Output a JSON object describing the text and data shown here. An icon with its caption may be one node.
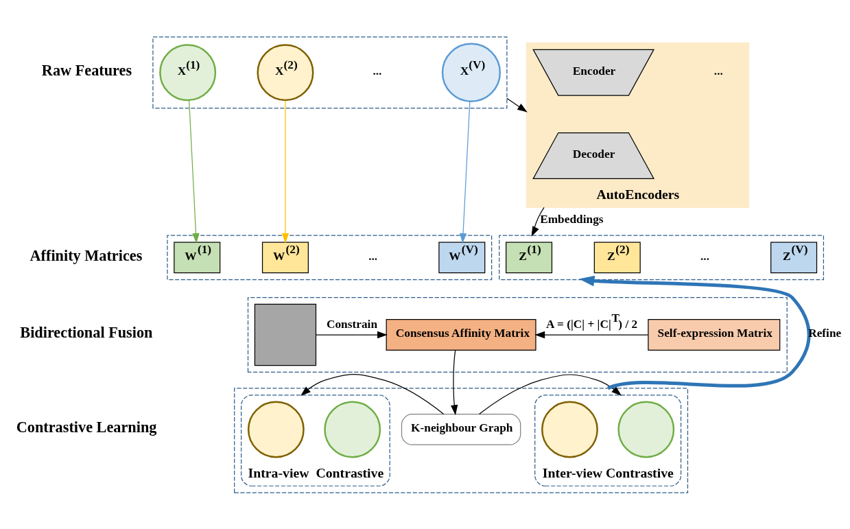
{
  "diagram": {
    "nodes": [
      {
        "text": [],
        "shape": "box"
      },
      {
        "text": [
          "X$^{(1)}$"
        ],
        "in": 0
      },
      {
        "text": [
          "X$^{(2)}$"
        ],
        "in": 0
      },
      {
        "text": [
          "X$^{(V)}$"
        ],
        "in": 0
      },
      {
        "text": [
          "AutoEncoders"
        ]
      },
      {
        "text": [
          "Encoder"
        ],
        "in": 4
      },
      {
        "text": [
          "Decoder"
        ],
        "in": 4
      },
      {
        "text": [],
        "shape": "box"
      },
      {
        "text": [
          "W$^{(1)}$"
        ],
        "in": 7
      },
      {
        "text": [
          "W$^{(2)}$"
        ],
        "in": 7
      },
      {
        "text": [
          "W$^{(V)}$"
        ],
        "in": 7
      },
      {
        "text": [],
        "shape": "box"
      },
      {
        "text": [
          "Z$^{(1)}$"
        ],
        "in": 11
      },
      {
        "text": [
          "Z$^{(2)}$"
        ],
        "in": 11
      },
      {
        "text": [
          "Z$^{(V)}$"
        ],
        "in": 11
      },
      {
        "text": [],
        "shape": "box"
      },
      {
        "text": [],
        "shape": "box",
        "in": 15
      },
      {
        "text": [
          "Consensus Affinity Matrix"
        ],
        "in": 15
      },
      {
        "text": [
          "Self-expression Matrix"
        ],
        "in": 15
      },
      {
        "text": [],
        "shape": "box"
      },
      {
        "text": [
          "Intra-view  Contrastive"
        ],
        "in": 19
      },
      {
        "text": [],
        "shape": "circle",
        "in": 20
      },
      {
        "text": [],
        "shape": "circle",
        "in": 20
      },
      {
        "text": [
          "K-neighbour Graph"
        ],
        "in": 19
      },
      {
        "text": [
          "Inter-view Contrastive"
        ],
        "in": 19
      },
      {
        "text": [],
        "shape": "circle",
        "in": 24
      },
      {
        "text": [],
        "shape": "circle",
        "in": 24
      }
    ],
    "edges": [
      {
        "from": 1,
        "to": 8,
        "arrow": "to",
        "color": "#70ad47"
      },
      {
        "from": 2,
        "to": 9,
        "arrow": "to",
        "color": "#ffc000"
      },
      {
        "from": 3,
        "to": 10,
        "arrow": "to",
        "color": "#5b9bd5"
      },
      {
        "from": 0,
        "to": 4,
        "arrow": "to"
      },
      {
        "from": 4,
        "to": 11,
        "arrow": "to",
        "label": "Embeddings"
      },
      {
        "from": 16,
        "to": 17,
        "arrow": "to",
        "label": "Constrain"
      },
      {
        "from": 18,
        "to": 17,
        "arrow": "to",
        "label": "A = (|C| + |C|$^{T}$) / 2"
      },
      {
        "from": 17,
        "to": 23,
        "arrow": "to"
      },
      {
        "from": 23,
        "to": 20,
        "arrow": "to"
      },
      {
        "from": 23,
        "to": 24,
        "arrow": "to"
      },
      {
        "from": 19,
        "to": 11,
        "arrow": "to",
        "label": "Refine",
        "style": "thick",
        "color": "#2e75b6"
      }
    ],
    "labels": [
      "Raw Features",
      "...",
      "...",
      "Affinity Matrices",
      "...",
      "...",
      "Bidirectional Fusion",
      "Contrastive Learning"
    ]
  }
}
